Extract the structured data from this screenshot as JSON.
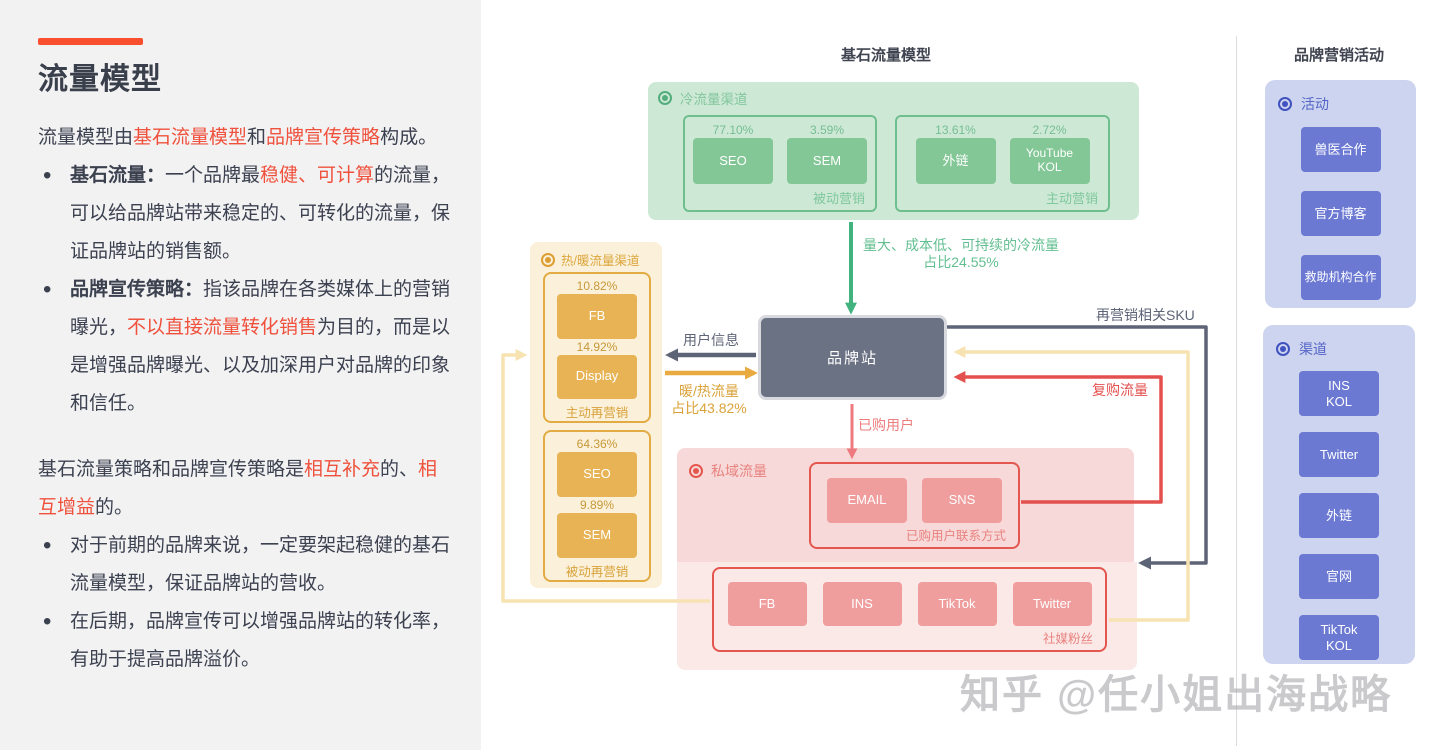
{
  "left_panel": {
    "title": "流量模型",
    "intro": [
      "流量模型由",
      "基石流量模型",
      "和",
      "品牌宣传策略",
      "构成。"
    ],
    "bullet1_lead": "基石流量：",
    "bullet1": [
      "一个品牌最",
      "稳健、可计算",
      "的流量，可以给品牌站带来稳定的、可转化的流量，保证品牌站的销售额。"
    ],
    "bullet2_lead": "品牌宣传策略：",
    "bullet2": [
      "指该品牌在各类媒体上的营销曝光，",
      "不以直接流量转化销售",
      "为目的，而是以是增强品牌曝光、以及加深用户对品牌的印象和信任。"
    ],
    "para2": [
      "基石流量策略和品牌宣传策略是",
      "相互补充",
      "的、",
      "相互增益",
      "的。"
    ],
    "bullet3": "对于前期的品牌来说，一定要架起稳健的基石流量模型，保证品牌站的营收。",
    "bullet4": "在后期，品牌宣传可以增强品牌站的转化率，有助于提高品牌溢价。"
  },
  "diagram": {
    "title": "基石流量模型",
    "cold": {
      "label": "冷流量渠道",
      "passive": {
        "label": "被动营销",
        "items": [
          {
            "name": "SEO",
            "pct": "77.10%"
          },
          {
            "name": "SEM",
            "pct": "3.59%"
          }
        ]
      },
      "active": {
        "label": "主动营销",
        "items": [
          {
            "name": "外链",
            "pct": "13.61%"
          },
          {
            "name": "YouTube\nKOL",
            "pct": "2.72%"
          }
        ]
      }
    },
    "warm": {
      "label": "热/暖流量渠道",
      "active_sub": {
        "label": "主动再营销",
        "items": [
          {
            "name": "FB",
            "pct": "10.82%"
          },
          {
            "name": "Display",
            "pct": "14.92%"
          }
        ]
      },
      "passive_sub": {
        "label": "被动再营销",
        "items": [
          {
            "name": "SEO",
            "pct": "64.36%"
          },
          {
            "name": "SEM",
            "pct": "9.89%"
          }
        ]
      }
    },
    "brand_site_label": "品牌站",
    "private": {
      "label": "私域流量",
      "contact": {
        "label": "已购用户联系方式",
        "items": [
          "EMAIL",
          "SNS"
        ]
      },
      "social": {
        "label": "社媒粉丝",
        "items": [
          "FB",
          "INS",
          "TikTok",
          "Twitter"
        ]
      }
    },
    "flow_labels": {
      "cold_line1": "量大、成本低、可持续的冷流量",
      "cold_line2": "占比24.55%",
      "user_info": "用户信息",
      "warm_line1": "暖/热流量",
      "warm_line2": "占比43.82%",
      "sku": "再营销相关SKU",
      "repurchase": "复购流量",
      "purchased": "已购用户"
    }
  },
  "right_panel": {
    "title": "品牌营销活动",
    "activity": {
      "label": "活动",
      "items": [
        "兽医合作",
        "官方博客",
        "救助机构合作"
      ]
    },
    "channel": {
      "label": "渠道",
      "items": [
        "INS\nKOL",
        "Twitter",
        "外链",
        "官网",
        "TikTok\nKOL"
      ]
    }
  },
  "watermark": "知乎 @任小姐出海战略",
  "colors": {
    "accent_red": "#fa4f2e",
    "text_dark": "#3c4150",
    "text_red": "#f0513c",
    "green_arrow": "#42b27e",
    "green_container": "#cde9d6",
    "green_tile": "#83c796",
    "yellow_arrow": "#e9ab3f",
    "yellow_container": "#fbf1da",
    "yellow_tile": "#e7b354",
    "faint_yellow_line": "#f7e3b2",
    "slate_box": "#6b7284",
    "dark_line": "#5e6477",
    "red_line": "#e4504d",
    "pink_line": "#ee7a80",
    "pink_container": "#f7d9d9",
    "pink_container_light": "#fbe9e8",
    "pink_tile": "#ef9d9d",
    "purple_container": "#cdd4ef",
    "purple_button": "#6b79d3"
  }
}
